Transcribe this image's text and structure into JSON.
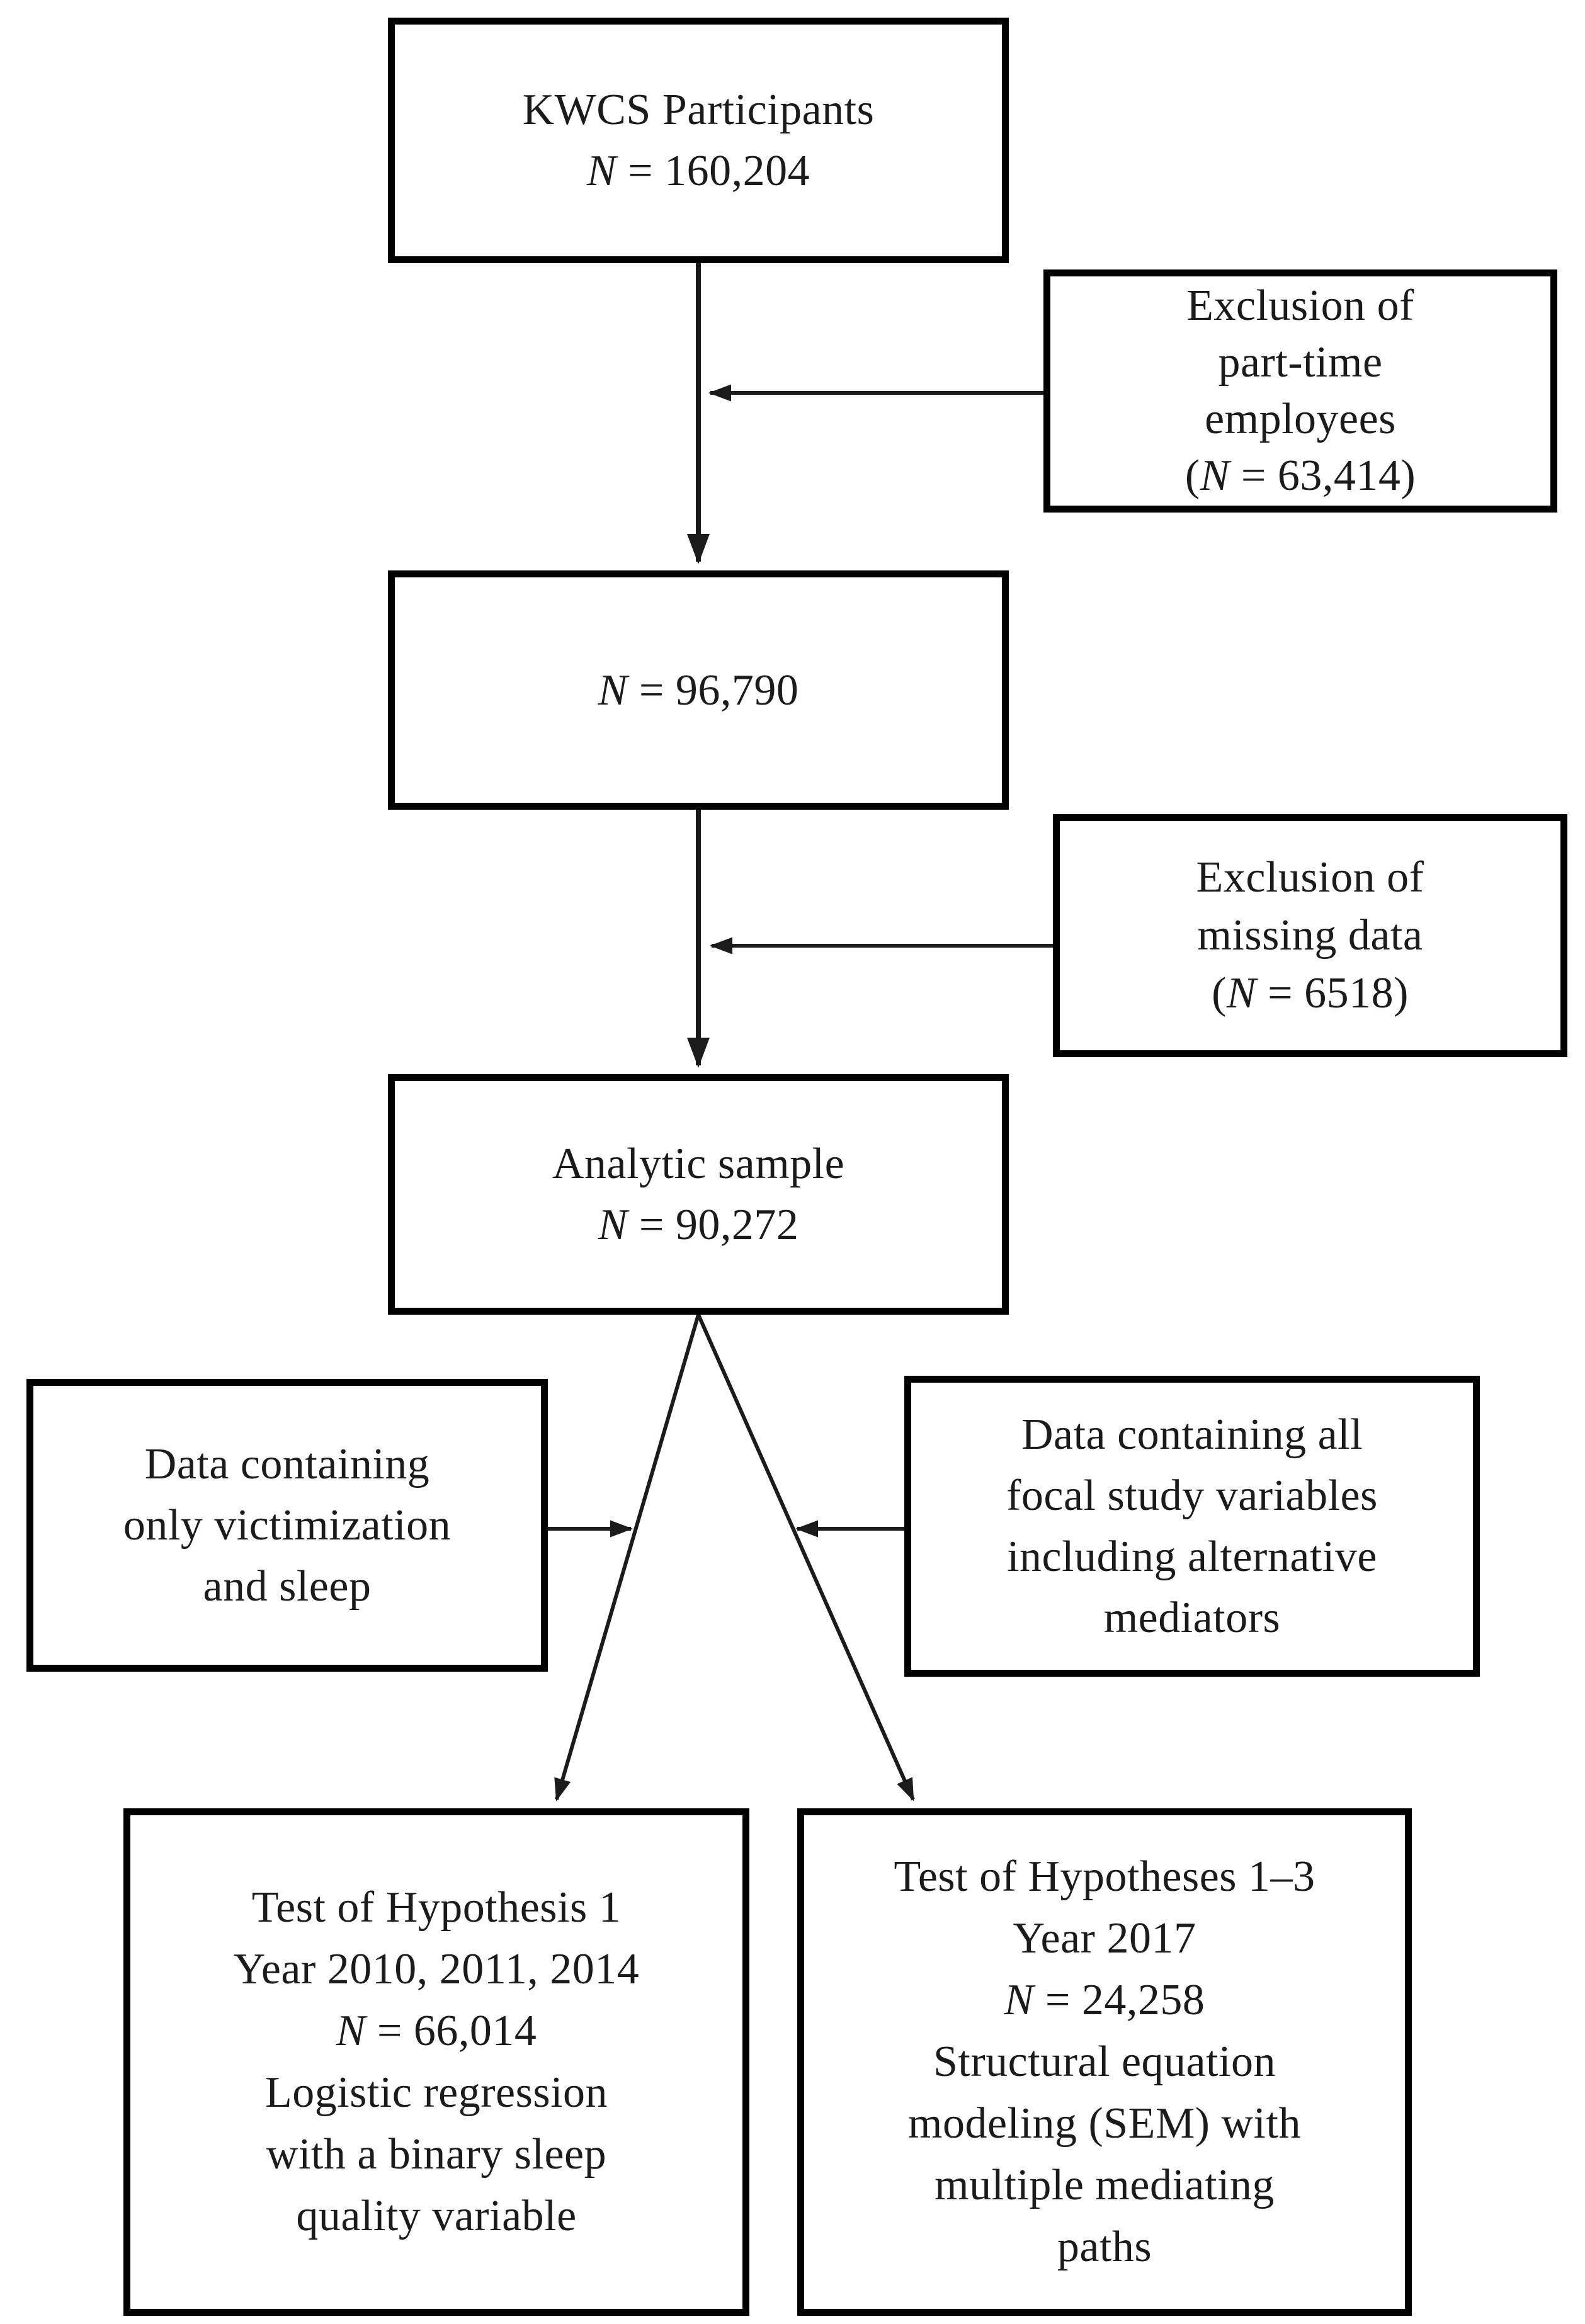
{
  "colors": {
    "background": "#ffffff",
    "box_border": "#000000",
    "box_fill": "#ffffff",
    "connector": "#1b1b1b",
    "text": "#1b1b1b"
  },
  "boxes": {
    "kwcs": {
      "lines": [
        {
          "text": "KWCS Participants"
        },
        {
          "n": "N",
          "rest": " = 160,204"
        }
      ]
    },
    "exclusion_part_time": {
      "lines": [
        {
          "text": "Exclusion of"
        },
        {
          "text": "part-time"
        },
        {
          "text": "employees"
        },
        {
          "pre": "(",
          "n": "N",
          "rest": " = 63,414)"
        }
      ]
    },
    "n96790": {
      "lines": [
        {
          "n": "N",
          "rest": " = 96,790"
        }
      ]
    },
    "exclusion_missing": {
      "lines": [
        {
          "text": "Exclusion of"
        },
        {
          "text": "missing data"
        },
        {
          "pre": "(",
          "n": "N",
          "rest": " = 6518)"
        }
      ]
    },
    "analytic_sample": {
      "lines": [
        {
          "text": "Analytic sample"
        },
        {
          "n": "N",
          "rest": " = 90,272"
        }
      ]
    },
    "victimization_sleep": {
      "lines": [
        {
          "text": "Data containing"
        },
        {
          "text": "only victimization"
        },
        {
          "text": "and sleep"
        }
      ]
    },
    "all_focal_variables": {
      "lines": [
        {
          "text": "Data containing all"
        },
        {
          "text": "focal study variables"
        },
        {
          "text": "including alternative"
        },
        {
          "text": "mediators"
        }
      ]
    },
    "hypothesis_1": {
      "lines": [
        {
          "text": "Test of Hypothesis 1"
        },
        {
          "text": "Year 2010, 2011, 2014"
        },
        {
          "n": "N",
          "rest": " = 66,014"
        },
        {
          "text": "Logistic regression"
        },
        {
          "text": "with a binary sleep"
        },
        {
          "text": "quality variable"
        }
      ]
    },
    "hypotheses_1_3": {
      "lines": [
        {
          "text": "Test of Hypotheses 1–3"
        },
        {
          "text": "Year 2017"
        },
        {
          "n": "N",
          "rest": " = 24,258"
        },
        {
          "text": "Structural equation"
        },
        {
          "text": "modeling (SEM) with"
        },
        {
          "text": "multiple mediating"
        },
        {
          "text": "paths"
        }
      ]
    }
  }
}
